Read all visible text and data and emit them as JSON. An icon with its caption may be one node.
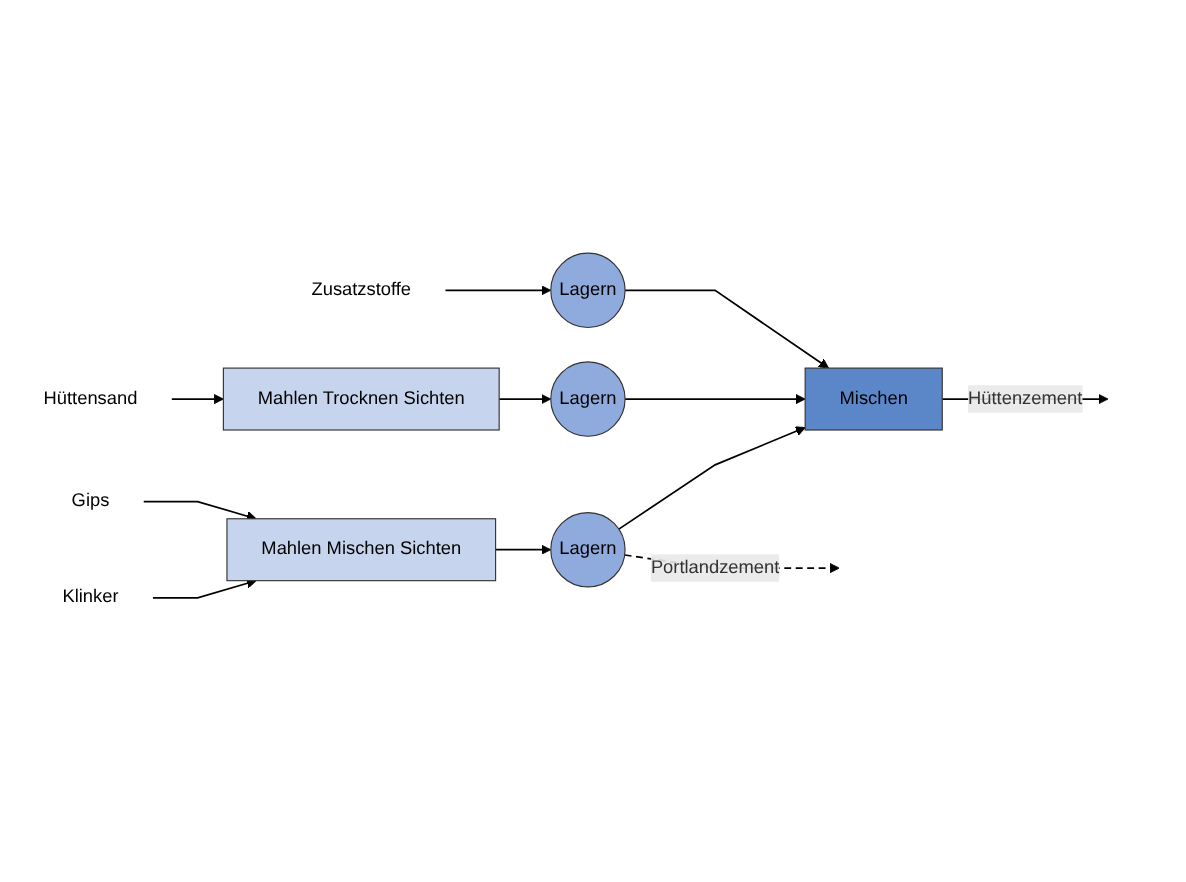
{
  "diagram": {
    "nodes": [
      {
        "text": [
          "Klinker"
        ]
      },
      {
        "text": [
          "Gips"
        ]
      },
      {
        "text": [
          "Mahlen Mischen Sichten"
        ]
      },
      {
        "text": [
          "Lagern"
        ]
      },
      {
        "text": [
          "Mischen"
        ]
      },
      {
        "text": [
          "Hüttensand"
        ]
      },
      {
        "text": [
          "Mahlen Trocknen Sichten"
        ]
      },
      {
        "text": [
          "Lagern"
        ]
      },
      {
        "text": [
          "Zusatzstoffe"
        ]
      },
      {
        "text": [
          "Lagern"
        ]
      }
    ],
    "edges": [
      {
        "from": 0,
        "to": 2,
        "arrow": "to"
      },
      {
        "from": 1,
        "to": 2,
        "arrow": "to"
      },
      {
        "from": 2,
        "to": 3,
        "arrow": "to"
      },
      {
        "from": 3,
        "to": null,
        "arrow": "to",
        "label": "Portlandzement",
        "style": "dashed"
      },
      {
        "from": 3,
        "to": 4,
        "arrow": "to"
      },
      {
        "from": 4,
        "to": null,
        "arrow": "to",
        "label": "Hüttenzement"
      },
      {
        "from": 5,
        "to": 6,
        "arrow": "to"
      },
      {
        "from": 6,
        "to": 7,
        "arrow": "to"
      },
      {
        "from": 7,
        "to": 4,
        "arrow": "to"
      },
      {
        "from": 8,
        "to": 9,
        "arrow": "to"
      },
      {
        "from": 9,
        "to": 4,
        "arrow": "to"
      }
    ]
  }
}
